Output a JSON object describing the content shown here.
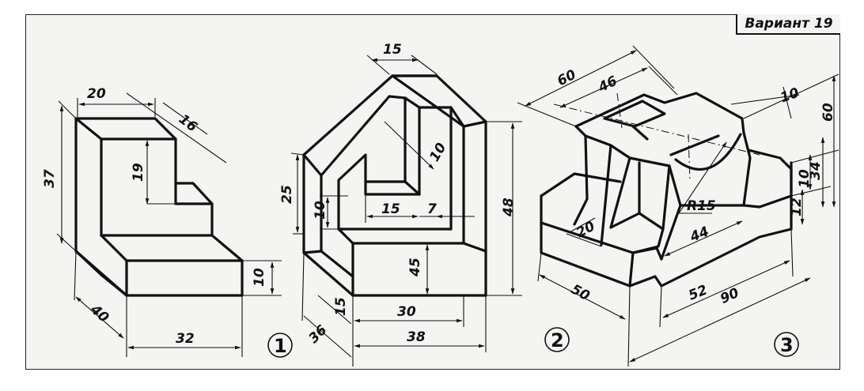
{
  "header": {
    "variant_label": "Вариант",
    "variant_number": "19"
  },
  "figures": [
    {
      "number": "1",
      "dimensions": [
        "20",
        "16",
        "37",
        "19",
        "10",
        "40",
        "32"
      ]
    },
    {
      "number": "2",
      "dimensions": [
        "15",
        "25",
        "10",
        "10",
        "15",
        "7",
        "48",
        "45",
        "15",
        "30",
        "36",
        "38"
      ]
    },
    {
      "number": "3",
      "dimensions": [
        "60",
        "46",
        "10",
        "60",
        "34",
        "10",
        "12",
        "R15",
        "44",
        "20",
        "50",
        "52",
        "90"
      ]
    }
  ]
}
